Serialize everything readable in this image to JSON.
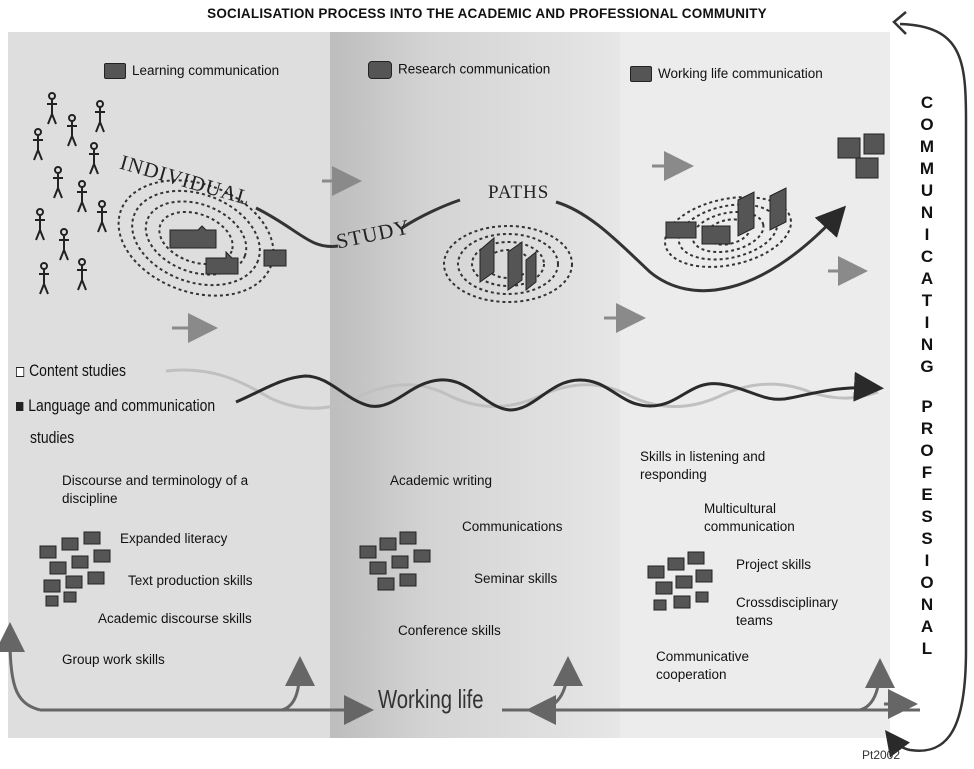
{
  "title": "SOCIALISATION PROCESS INTO THE ACADEMIC AND PROFESSIONAL COMMUNITY",
  "legend": {
    "learning": "Learning communication",
    "research": "Research communication",
    "working": "Working life communication"
  },
  "path_words": {
    "individual": "INDIVIDUAL",
    "study": "STUDY",
    "paths": "PATHS"
  },
  "streams": {
    "content": "Content studies",
    "language": "Language and communication",
    "language2": "studies"
  },
  "skills1": {
    "discourse1": "Discourse and terminology of a",
    "discourse2": "discipline",
    "literacy": "Expanded literacy",
    "text": "Text production skills",
    "academic": "Academic discourse skills",
    "group": "Group work skills"
  },
  "skills2": {
    "writing": "Academic writing",
    "comm": "Communications",
    "seminar": "Seminar skills",
    "conference": "Conference skills"
  },
  "skills3": {
    "listen1": "Skills in listening and",
    "listen2": "responding",
    "multi1": "Multicultural",
    "multi2": "communication",
    "project": "Project skills",
    "cross1": "Crossdisciplinary",
    "cross2": "teams",
    "coop1": "Communicative",
    "coop2": "cooperation"
  },
  "vertical": {
    "communicating": [
      "C",
      "O",
      "M",
      "M",
      "U",
      "N",
      "I",
      "C",
      "A",
      "T",
      "I",
      "N",
      "G"
    ],
    "professional": [
      "P",
      "R",
      "O",
      "F",
      "E",
      "S",
      "S",
      "I",
      "O",
      "N",
      "A",
      "L"
    ]
  },
  "working_life": "Working life",
  "credit": "Pt2002",
  "colors": {
    "piece": "#555555",
    "arrow": "#8a8a8a",
    "wave_dark": "#2a2a2a",
    "wave_light": "#c0c0c0"
  }
}
